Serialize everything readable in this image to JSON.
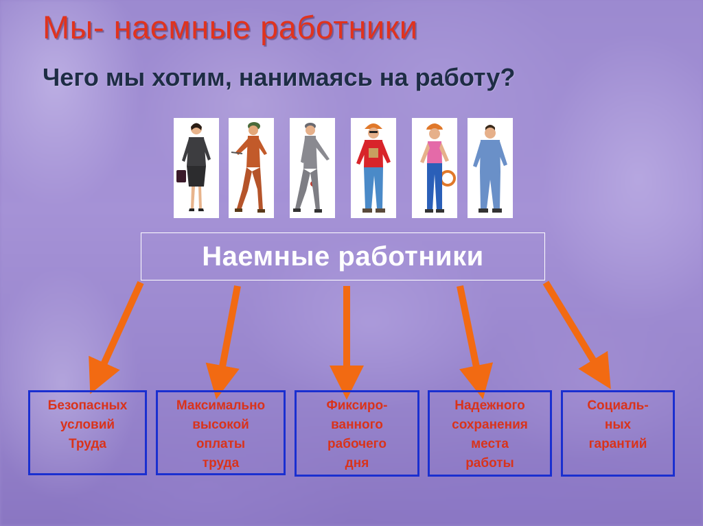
{
  "slide": {
    "title": "Мы- наемные работники",
    "subtitle": "Чего мы хотим, нанимаясь на работу?"
  },
  "workers": [
    {
      "icon": "businesswoman-icon"
    },
    {
      "icon": "electrician-icon"
    },
    {
      "icon": "female-worker-icon"
    },
    {
      "icon": "builder-icon"
    },
    {
      "icon": "woman-worker-icon"
    },
    {
      "icon": "mechanic-icon"
    }
  ],
  "main_box": {
    "label": "Наемные работники"
  },
  "goals": [
    {
      "label": "Безопасных\nусловий\nТруда"
    },
    {
      "label": "Максимально\nвысокой\nоплаты\nтруда"
    },
    {
      "label": "Фиксиро-\nванного\nрабочего\nдня"
    },
    {
      "label": "Надежного\nсохранения\nместа\nработы"
    },
    {
      "label": "Социаль-\nных\nгарантий"
    }
  ],
  "colors": {
    "title": "#e0331e",
    "subtitle": "#1e2d45",
    "arrow": "#f26a12",
    "goal_border": "#1a2fd0",
    "goal_text": "#d9331b"
  }
}
